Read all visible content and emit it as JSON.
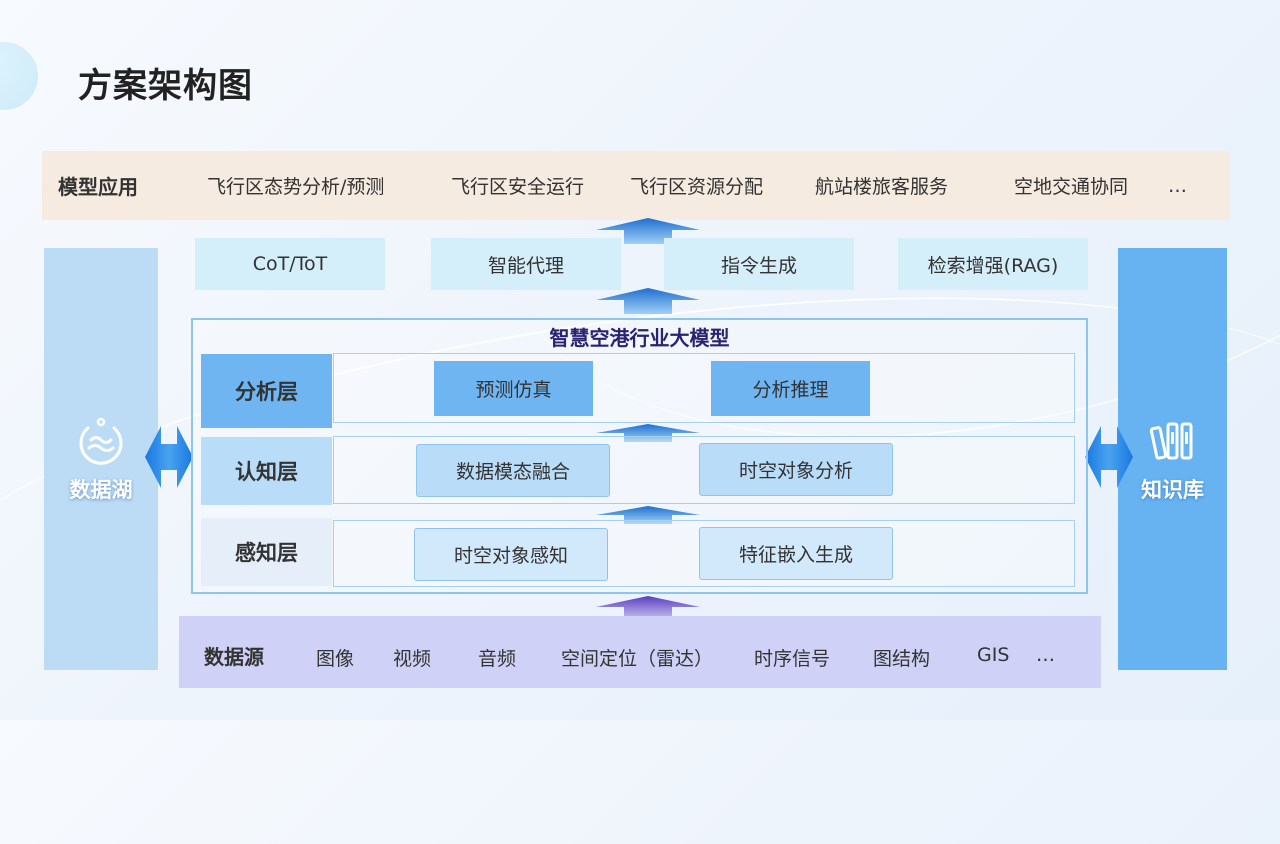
{
  "page_title": "方案架构图",
  "applications": {
    "label": "模型应用",
    "items": [
      "飞行区态势分析/预测",
      "飞行区安全运行",
      "飞行区资源分配",
      "航站楼旅客服务",
      "空地交通协同",
      "…"
    ]
  },
  "tools": [
    "CoT/ToT",
    "智能代理",
    "指令生成",
    "检索增强(RAG)"
  ],
  "model": {
    "title": "智慧空港行业大模型",
    "layers": [
      {
        "label": "分析层",
        "cells": [
          "预测仿真",
          "分析推理"
        ]
      },
      {
        "label": "认知层",
        "cells": [
          "数据模态融合",
          "时空对象分析"
        ]
      },
      {
        "label": "感知层",
        "cells": [
          "时空对象感知",
          "特征嵌入生成"
        ]
      }
    ]
  },
  "sources": {
    "label": "数据源",
    "items": [
      "图像",
      "视频",
      "音频",
      "空间定位（雷达）",
      "时序信号",
      "图结构",
      "GIS",
      "…"
    ]
  },
  "left_pillar": {
    "label": "数据湖",
    "icon": "data-lake-icon"
  },
  "right_pillar": {
    "label": "知识库",
    "icon": "books-icon"
  },
  "colors": {
    "app_band": "#f5ebe1",
    "tool_box": "#d4eefa",
    "analysis_cell": "#6fb5f2",
    "source_band": "#cfd2f6",
    "left_pillar": "#bcdcf6",
    "right_pillar": "#67b3f2",
    "arrow_blue": "#2f7fd6",
    "arrow_purple": "#6a52c8"
  }
}
